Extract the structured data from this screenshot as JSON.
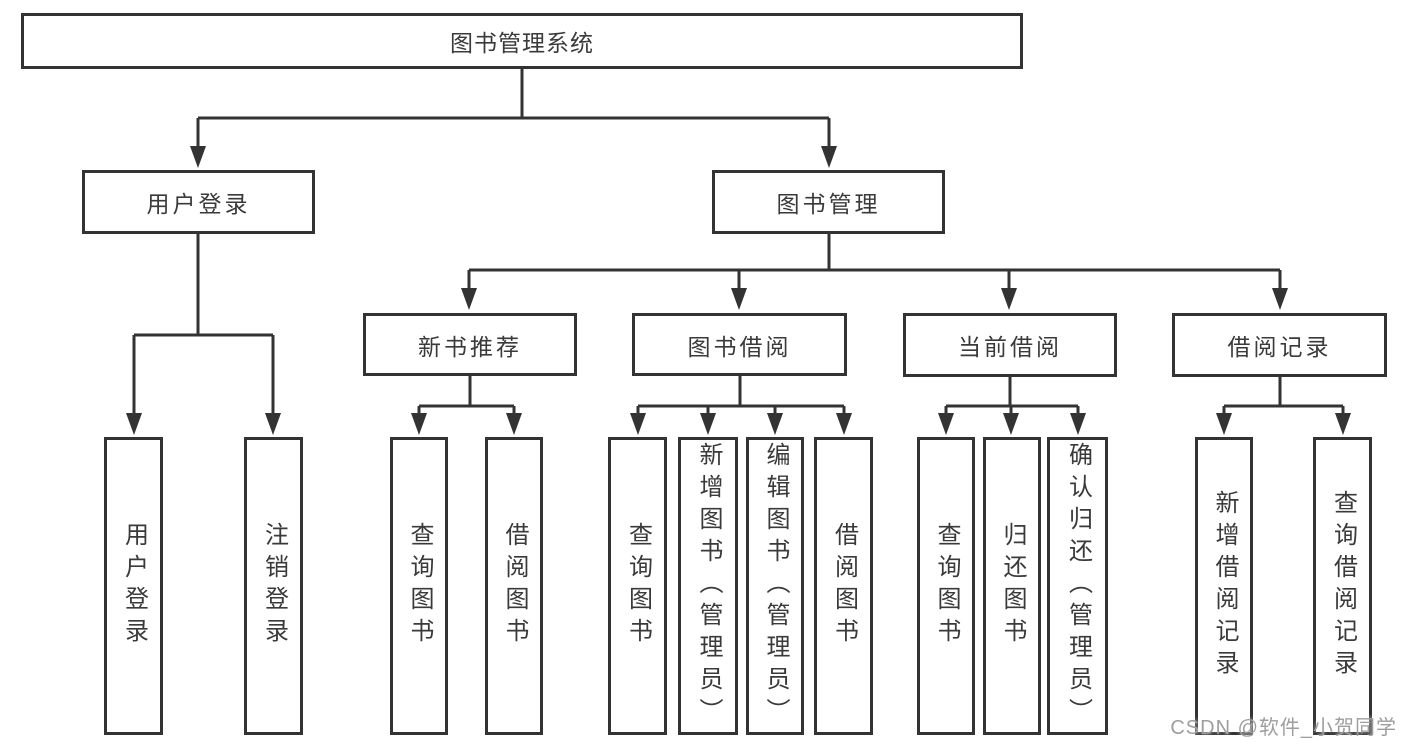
{
  "tree": {
    "root": {
      "label": "图书管理系统"
    },
    "branches": [
      {
        "label": "用户登录",
        "children": [
          {
            "label": "用户登录"
          },
          {
            "label": "注销登录"
          }
        ]
      },
      {
        "label": "图书管理",
        "sections": [
          {
            "label": "新书推荐",
            "children": [
              {
                "label": "查询图书"
              },
              {
                "label": "借阅图书"
              }
            ]
          },
          {
            "label": "图书借阅",
            "children": [
              {
                "label": "查询图书"
              },
              {
                "label": "新增图书（管理员）"
              },
              {
                "label": "编辑图书（管理员）"
              },
              {
                "label": "借阅图书"
              }
            ]
          },
          {
            "label": "当前借阅",
            "children": [
              {
                "label": "查询图书"
              },
              {
                "label": "归还图书"
              },
              {
                "label": "确认归还（管理员）"
              }
            ]
          },
          {
            "label": "借阅记录",
            "children": [
              {
                "label": "新增借阅记录"
              },
              {
                "label": "查询借阅记录"
              }
            ]
          }
        ]
      }
    ]
  },
  "watermark": {
    "text": "CSDN @软件_小贺同学"
  },
  "colors": {
    "line": "#333333",
    "box_border": "#333333",
    "box_fill": "#ffffff",
    "text": "#3a3a3a",
    "watermark": "#9e9e9e",
    "background": "#ffffff"
  }
}
